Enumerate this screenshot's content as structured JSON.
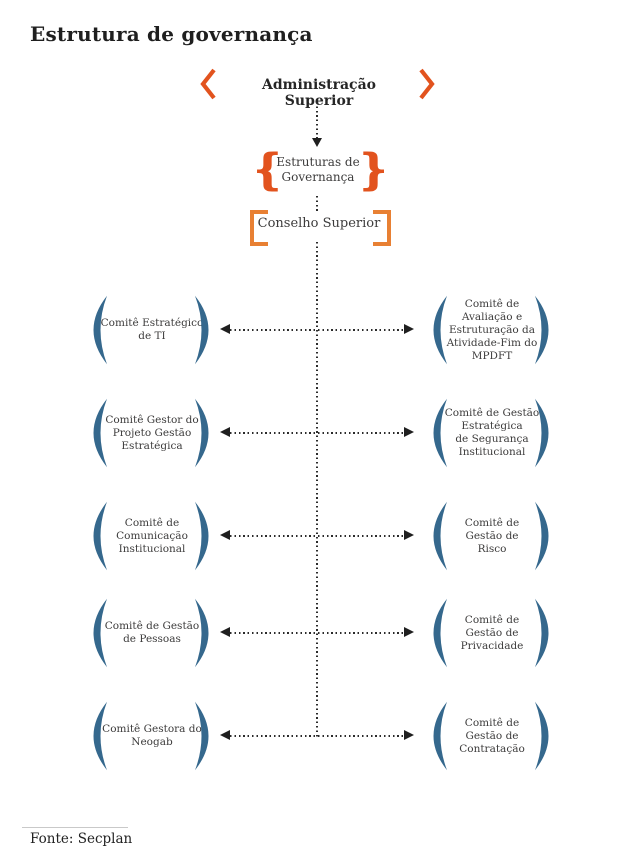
{
  "title": "Estrutura de governança",
  "hierarchy": {
    "top_label": "Administração Superior",
    "governance_label": "Estruturas de\nGovernança",
    "council_label": "Conselho Superior"
  },
  "committees": {
    "rows": [
      {
        "left": "Comitê Estratégico\nde TI",
        "right": "Comitê de\nAvaliação e\nEstruturação da\nAtividade-Fim do\nMPDFT"
      },
      {
        "left": "Comitê Gestor do\nProjeto Gestão\nEstratégica",
        "right": "Comitê de Gestão\nEstratégica\nde Segurança\nInstitucional"
      },
      {
        "left": "Comitê de\nComunicação\nInstitucional",
        "right": "Comitê de\nGestão de\nRisco"
      },
      {
        "left": "Comitê de Gestão\nde Pessoas",
        "right": "Comitê de\nGestão de\nPrivacidade"
      },
      {
        "left": "Comitê Gestora do\nNeogab",
        "right": "Comitê de\nGestão de\nContratação"
      }
    ]
  },
  "footer": {
    "source": "Fonte: Secplan"
  },
  "colors": {
    "accent_orange": "#e2531e",
    "accent_blue": "#35688d",
    "text": "#3d3c3c",
    "line": "#2b2b2b"
  }
}
